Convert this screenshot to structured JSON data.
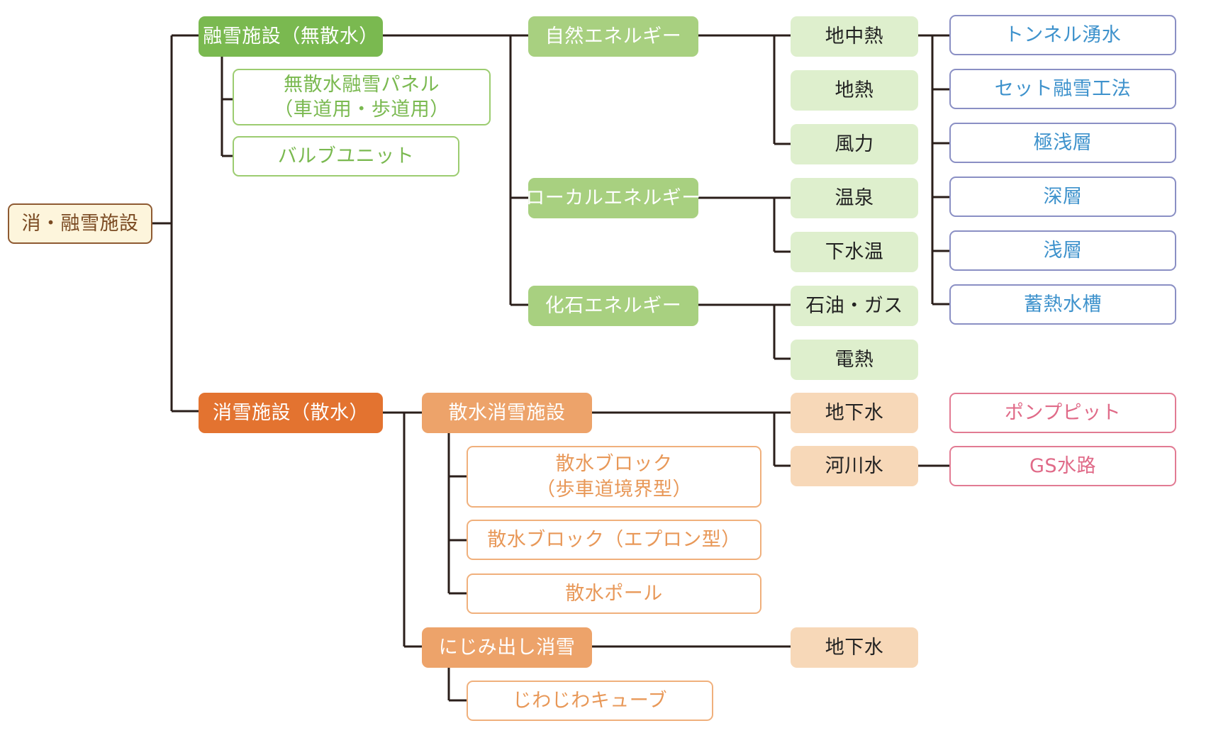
{
  "root": {
    "label": "消・融雪施設"
  },
  "melting": {
    "title": "融雪施設（無散水）",
    "products": [
      "無散水融雪パネル\n（車道用・歩道用）",
      "バルブユニット"
    ],
    "energy": [
      {
        "label": "自然エネルギー",
        "sources": [
          "地中熱",
          "地熱",
          "風力"
        ]
      },
      {
        "label": "ローカルエネルギー",
        "sources": [
          "温泉",
          "下水温"
        ]
      },
      {
        "label": "化石エネルギー",
        "sources": [
          "石油・ガス",
          "電熱"
        ]
      }
    ],
    "methods": [
      "トンネル湧水",
      "セット融雪工法",
      "極浅層",
      "深層",
      "浅層",
      "蓄熱水槽"
    ]
  },
  "removal": {
    "title": "消雪施設（散水）",
    "sprinkle": {
      "label": "散水消雪施設",
      "products": [
        "散水ブロック\n（歩車道境界型）",
        "散水ブロック（エプロン型）",
        "散水ポール"
      ],
      "sources": [
        "地下水",
        "河川水"
      ],
      "methods": [
        "ポンプピット",
        "GS水路"
      ]
    },
    "ooze": {
      "label": "にじみ出し消雪",
      "products": [
        "じわじわキューブ"
      ],
      "source": "地下水"
    }
  },
  "colors": {
    "line": "#2a1e1a",
    "green": "#7ab950",
    "blue": "#3e92cc",
    "orange": "#e37330",
    "pink": "#e06a88",
    "brown": "#8e5a32"
  }
}
